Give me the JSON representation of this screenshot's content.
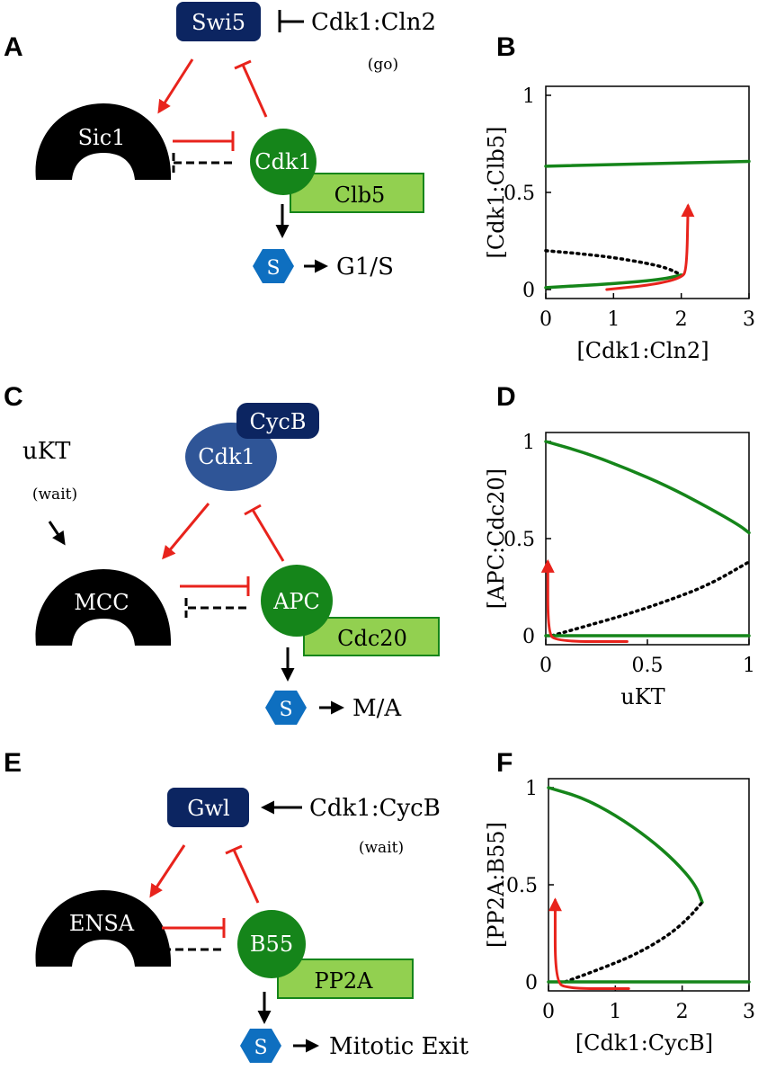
{
  "colors": {
    "red": "#e8231c",
    "green": "#15851a",
    "navy": "#0c2561",
    "lightgreen": "#92d050",
    "blue": "#0e6fc0",
    "cdk1blue": "#2f5597",
    "black": "#000000"
  },
  "panels": {
    "A": {
      "letter": "A",
      "top_box": "Swi5",
      "input": "Cdk1:Cln2",
      "input_note": "(go)",
      "inhibitor": "Sic1",
      "kinase": "Cdk1",
      "partner": "Clb5",
      "substrate": "S",
      "output": "G1/S"
    },
    "C": {
      "letter": "C",
      "top_kinase": "Cdk1",
      "top_cyclin": "CycB",
      "input": "uKT",
      "input_note": "(wait)",
      "inhibitor": "MCC",
      "enzyme": "APC",
      "partner": "Cdc20",
      "substrate": "S",
      "output": "M/A"
    },
    "E": {
      "letter": "E",
      "top_box": "Gwl",
      "input": "Cdk1:CycB",
      "input_note": "(wait)",
      "inhibitor": "ENSA",
      "enzyme": "B55",
      "partner": "PP2A",
      "substrate": "S",
      "output": "Mitotic Exit"
    }
  },
  "chart_data": [
    {
      "panel": "B",
      "type": "line",
      "xlabel": "[Cdk1:Cln2]",
      "ylabel": "[Cdk1:Clb5]",
      "xlim": [
        0,
        3
      ],
      "ylim": [
        0,
        1
      ],
      "xticks": [
        "0",
        "1",
        "2",
        "3"
      ],
      "yticks": [
        "0",
        "0.5",
        "1"
      ],
      "series": [
        {
          "style": "stable-high",
          "points": [
            [
              0,
              0.635
            ],
            [
              3,
              0.66
            ]
          ]
        },
        {
          "style": "unstable",
          "points": [
            [
              0,
              0.2
            ],
            [
              0.5,
              0.185
            ],
            [
              1.0,
              0.165
            ],
            [
              1.5,
              0.135
            ],
            [
              1.8,
              0.11
            ],
            [
              2.0,
              0.075
            ]
          ]
        },
        {
          "style": "stable-low",
          "points": [
            [
              0,
              0.01
            ],
            [
              0.5,
              0.02
            ],
            [
              1.0,
              0.03
            ],
            [
              1.5,
              0.045
            ],
            [
              1.8,
              0.058
            ],
            [
              2.0,
              0.075
            ]
          ]
        },
        {
          "style": "trajectory",
          "points": [
            [
              0.9,
              0.0
            ],
            [
              1.6,
              0.025
            ],
            [
              2.0,
              0.06
            ],
            [
              2.08,
              0.1
            ],
            [
              2.1,
              0.43
            ]
          ]
        }
      ]
    },
    {
      "panel": "D",
      "type": "line",
      "xlabel": "uKT",
      "ylabel": "[APC:Cdc20]",
      "xlim": [
        0,
        1
      ],
      "ylim": [
        0,
        1
      ],
      "xticks": [
        "0",
        "0.5",
        "1"
      ],
      "yticks": [
        "0",
        "0.5",
        "1"
      ],
      "series": [
        {
          "style": "stable-high",
          "points": [
            [
              0,
              1.0
            ],
            [
              0.2,
              0.94
            ],
            [
              0.4,
              0.86
            ],
            [
              0.6,
              0.77
            ],
            [
              0.8,
              0.66
            ],
            [
              0.95,
              0.57
            ],
            [
              1.0,
              0.53
            ]
          ]
        },
        {
          "style": "unstable",
          "points": [
            [
              0.03,
              0.0
            ],
            [
              0.2,
              0.05
            ],
            [
              0.4,
              0.11
            ],
            [
              0.6,
              0.18
            ],
            [
              0.8,
              0.26
            ],
            [
              1.0,
              0.38
            ]
          ]
        },
        {
          "style": "stable-low",
          "points": [
            [
              0,
              0.0
            ],
            [
              1,
              0.0
            ]
          ]
        },
        {
          "style": "trajectory",
          "points": [
            [
              0.4,
              -0.03
            ],
            [
              0.05,
              -0.03
            ],
            [
              0.01,
              0.02
            ],
            [
              0.01,
              0.38
            ]
          ]
        }
      ]
    },
    {
      "panel": "F",
      "type": "line",
      "xlabel": "[Cdk1:CycB]",
      "ylabel": "[PP2A:B55]",
      "xlim": [
        0,
        3
      ],
      "ylim": [
        0,
        1
      ],
      "xticks": [
        "0",
        "1",
        "2",
        "3"
      ],
      "yticks": [
        "0",
        "0.5",
        "1"
      ],
      "series": [
        {
          "style": "stable-high",
          "points": [
            [
              0,
              1.0
            ],
            [
              0.5,
              0.95
            ],
            [
              1.0,
              0.86
            ],
            [
              1.5,
              0.74
            ],
            [
              1.9,
              0.62
            ],
            [
              2.2,
              0.5
            ],
            [
              2.3,
              0.41
            ]
          ]
        },
        {
          "style": "unstable",
          "points": [
            [
              0.25,
              0.0
            ],
            [
              0.8,
              0.07
            ],
            [
              1.3,
              0.14
            ],
            [
              1.8,
              0.24
            ],
            [
              2.1,
              0.33
            ],
            [
              2.3,
              0.41
            ]
          ]
        },
        {
          "style": "stable-low",
          "points": [
            [
              0,
              0.0
            ],
            [
              3,
              0.0
            ]
          ]
        },
        {
          "style": "trajectory",
          "points": [
            [
              1.2,
              -0.035
            ],
            [
              0.3,
              -0.035
            ],
            [
              0.1,
              0.0
            ],
            [
              0.1,
              0.42
            ]
          ]
        }
      ]
    }
  ]
}
